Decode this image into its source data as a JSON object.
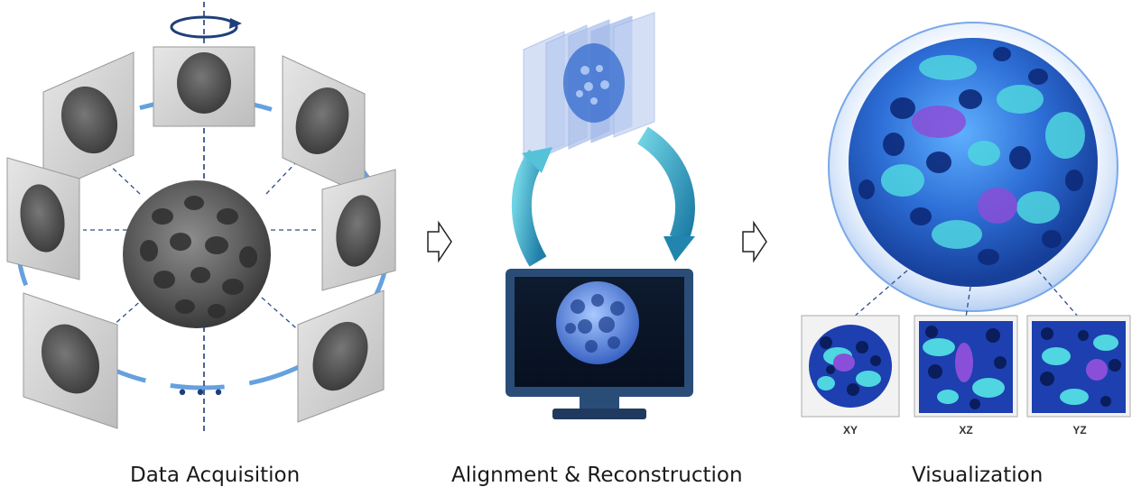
{
  "stages": {
    "acquisition": {
      "label": "Data Acquisition"
    },
    "reconstruction": {
      "label": "Alignment & Reconstruction"
    },
    "visualization": {
      "label": "Visualization"
    }
  },
  "slices": {
    "xy": "XY",
    "xz": "XZ",
    "yz": "YZ"
  },
  "ellipsis": "• • •",
  "colors": {
    "particle_gray": "#5a5a5a",
    "ring_blue": "#4a90d9",
    "arrow_teal": "#3aa7c4",
    "pore_dark": "#0d2a7a",
    "struct_cyan": "#4fd6e0",
    "struct_purple": "#8a4fd8",
    "monitor_frame": "#2a4d78"
  },
  "icons": [
    "rotation-arrow-icon",
    "flow-arrow-icon",
    "monitor-icon"
  ]
}
